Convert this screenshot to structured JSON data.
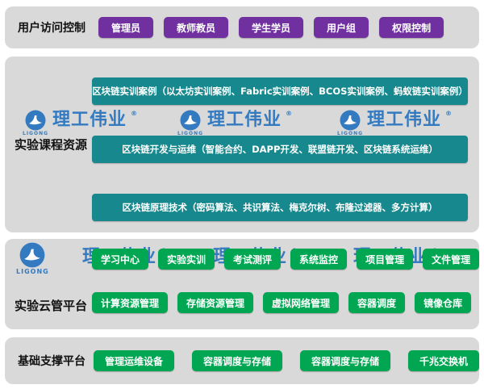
{
  "watermark": {
    "brand": "理工伟业",
    "sub": "LIGONG",
    "reg": "®"
  },
  "sections": {
    "access": {
      "label": "用户访问控制",
      "items": [
        "管理员",
        "教师教员",
        "学生学员",
        "用户组",
        "权限控制"
      ]
    },
    "resources": {
      "label": "实验课程资源",
      "bars": [
        "区块链实训案例（以太坊实训案例、Fabric实训案例、BCOS实训案例、蚂蚁链实训案例）",
        "区块链开发与运维（智能合约、DAPP开发、联盟链开发、区块链系统运维）",
        "区块链原理技术（密码算法、共识算法、梅克尔树、布隆过滤器、多方计算）"
      ]
    },
    "cloud": {
      "label": "实验云管平台",
      "row1": [
        "学习中心",
        "实验实训",
        "考试测评",
        "系统监控",
        "项目管理",
        "文件管理"
      ],
      "row2": [
        "计算资源管理",
        "存储资源管理",
        "虚拟网络管理",
        "容器调度",
        "镜像仓库"
      ]
    },
    "infra": {
      "label": "基础支撑平台",
      "items": [
        "管理运维设备",
        "容器调度与存储",
        "容器调度与存储",
        "千兆交换机"
      ]
    }
  },
  "colors": {
    "role_purple": "#7030a0",
    "course_teal": "#17898e",
    "platform_green": "#00a651",
    "panel_gray": "#d9d9d9",
    "watermark_blue": "#2673be"
  }
}
